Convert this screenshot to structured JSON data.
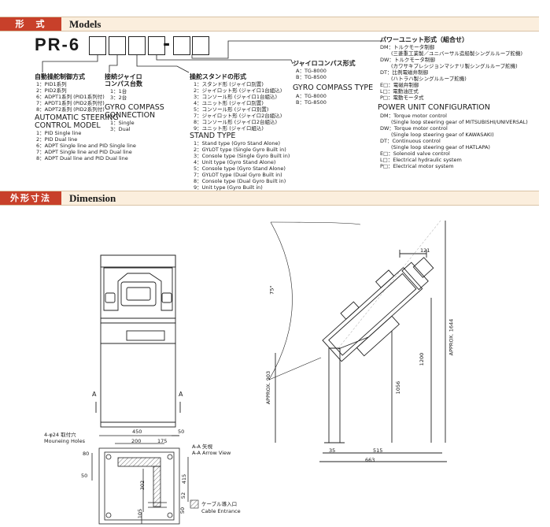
{
  "models_section": {
    "title_jp": "形　式",
    "title_en": "Models",
    "model_code_prefix": "PR-6",
    "model_code_dash": "-",
    "steering_control": {
      "heading_jp": "自動操舵制御方式",
      "items_jp": [
        "1：PID1系列",
        "2：PID2系列",
        "6：ADPT1系列 (PID1系列付)",
        "7：APDT1系列 (PID2系列付)",
        "8：ADPT2系列 (PID2系列付)"
      ],
      "heading_en": "AUTOMATIC STEERING\nCONTROL MODEL",
      "items_en": [
        "1：PID Single line",
        "2：PID Dual line",
        "6：ADPT Single line and PID Single line",
        "7：ADPT Single line and PID Dual line",
        "8：ADPT Dual line and PID Dual line"
      ]
    },
    "gyro_connection": {
      "heading_jp": "接続ジャイロ\nコンパス台数",
      "items_jp": [
        "1：1台",
        "3：2台"
      ],
      "heading_en": "GYRO COMPASS\nCONNECTION",
      "items_en": [
        "1：Single",
        "3：Dual"
      ]
    },
    "stand_type": {
      "heading_jp": "操舵スタンドの形式",
      "items_jp": [
        "1：スタンド形 (ジャイロ別置)",
        "2：ジャイロット形 (ジャイロ1台組込)",
        "3：コンソール形 (ジャイロ1台組込)",
        "4：ユニット形 (ジャイロ別置)",
        "5：コンソール形 (ジャイロ別置)",
        "7：ジャイロット形 (ジャイロ2台組込)",
        "8：コンソール形 (ジャイロ2台組込)",
        "9：ユニット形 (ジャイロ組込)"
      ],
      "heading_en": "STAND TYPE",
      "items_en": [
        "1：Stand type (Gyro Stand Alone)",
        "2：GYLOT type (Single Gyro Built in)",
        "3：Console type (Single Gyro Built in)",
        "4：Unit type (Gyro Stand Alone)",
        "5：Console type (Gyro Stand Alone)",
        "7：GYLOT type (Dual Gyro Built in)",
        "8：Console type (Dual Gyro Built in)",
        "9：Unit type (Gyro Built in)"
      ]
    },
    "gyro_compass_type": {
      "heading_jp": "ジャイロコンパス形式",
      "items_jp": [
        "A：TG-8000",
        "B：TG-8500"
      ],
      "heading_en": "GYRO COMPASS TYPE",
      "items_en": [
        "A：TG-8000",
        "B：TG-8500"
      ]
    },
    "power_unit": {
      "heading_jp": "パワーユニット形式（組合せ）",
      "items_jp": [
        "DM：トルクモータ制御",
        "(三菱重工業製／ユニバーサル造船製シングルループ舵機)",
        "DW：トルクモータ制御",
        "(カワサキプレシジョンマシナリ製シングルループ舵機)",
        "DT：比例電磁弁制御",
        "(ハトラハ製シングルループ舵機)",
        "E□：電磁弁制御",
        "L□：電動油圧式",
        "P□：電動モータ式"
      ],
      "heading_en": "POWER UNIT CONFIGURATION",
      "items_en": [
        "DM：Torque motor control",
        "(Single loop steering gear of MITSUBISHI/UNIVERSAL)",
        "DW：Torque motor control",
        "(Single loop steering gear of KAWASAKI)",
        "DT：Continuous control",
        "(Single loop steering gear of HATLAPA)",
        "E□：Solenoid valve control",
        "L□：Electrical hydraulic system",
        "P□：Electrical motor system"
      ]
    }
  },
  "dimension_section": {
    "title_jp": "外形寸法",
    "title_en": "Dimension",
    "section_marker": "A",
    "mounting_holes_jp": "4-φ24 取付穴",
    "mounting_holes_en": "Mouneing Holes",
    "arrow_view_jp": "A-A 矢視",
    "arrow_view_en": "A-A Arrow View",
    "cable_entrance_jp": "ケーブル導入口",
    "cable_entrance_en": "Cable Entrance",
    "plan_dims": [
      "450",
      "50",
      "200",
      "175",
      "80",
      "50",
      "302",
      "415",
      "52",
      "105",
      "50"
    ],
    "side_dims": {
      "top": "121",
      "angle": "75°",
      "approx_903": "APPROX. 903",
      "h1056": "1056",
      "h1200": "1200",
      "approx_1644": "APPROX. 1644",
      "w35": "35",
      "w515": "515",
      "w663": "663"
    }
  }
}
